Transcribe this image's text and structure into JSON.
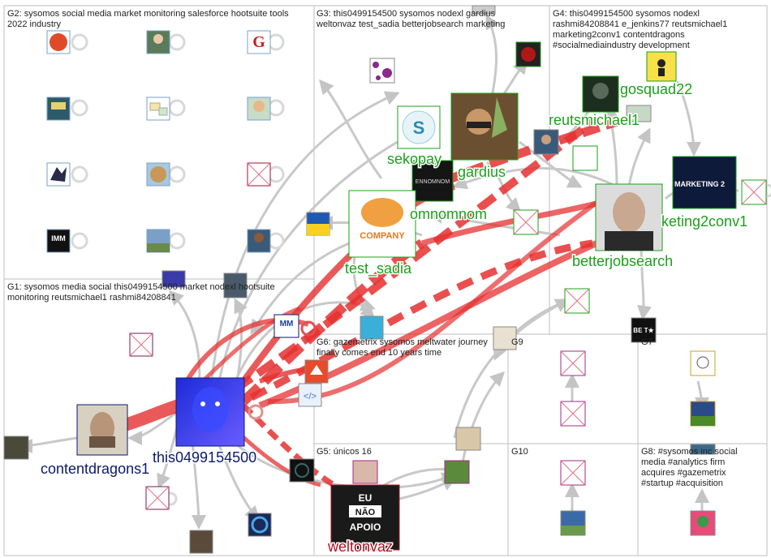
{
  "groups": [
    {
      "id": "G2",
      "label": "G2: sysomos social media market monitoring salesforce hootsuite tools",
      "label2": "2022 industry"
    },
    {
      "id": "G3",
      "label": "G3: this0499154500 sysomos nodexl gardius",
      "label2": "weltonvaz test_sadia betterjobsearch marketing"
    },
    {
      "id": "G4",
      "label": "G4: this0499154500 sysomos nodexl",
      "label2": "rashmi84208841 e_jenkins77 reutsmichael1",
      "label3": "marketing2conv1 contentdragons",
      "label4": "#socialmediaindustry development"
    },
    {
      "id": "G1",
      "label": "G1: sysomos media social this0499154500 market nodexl hootsuite",
      "label2": "monitoring reutsmichael1 rashmi84208841"
    },
    {
      "id": "G6",
      "label": "G6: gazemetrix sysomos meltwater journey",
      "label2": "finally comes end 10 years time"
    },
    {
      "id": "G9",
      "label": "G9"
    },
    {
      "id": "G7",
      "label": "G7"
    },
    {
      "id": "G5",
      "label": "G5: únicos 16"
    },
    {
      "id": "G10",
      "label": "G10"
    },
    {
      "id": "G8",
      "label": "G8: #sysomos inc social",
      "label2": "media #analytics firm",
      "label3": "acquires #gazemetrix",
      "label4": "#startup #acquisition"
    }
  ],
  "node_labels": {
    "gosquad22": "gosquad22",
    "reutsmichael1": "reutsmichael1",
    "sekopay": "sekopay",
    "gardius": "gardius",
    "omnom": "omnomnom",
    "marketing2conv1": "keting2conv1",
    "test_sadia": "test_sadia",
    "betterjobsearch": "betterjobsearch",
    "this0499154500": "this0499154500",
    "contentdragons": "contentdragons1",
    "weltonvaz": "weltonvaz"
  },
  "image_text": {
    "company": "COMPANY",
    "eu_nao_apoio": "EU NÃO APOIO",
    "marketing2": "MARKETING 2",
    "ennomnom": "ENNOMNOM",
    "imm": "IMM",
    "bet": "BE T★",
    "mm": "MM"
  },
  "colors": {
    "red_edge": "#e53030",
    "gray_edge": "#c8c8c8",
    "label_green": "#1aa01a",
    "label_navy": "#0a1a6e",
    "label_darkred": "#b01020",
    "grid": "#bdbdbd"
  }
}
